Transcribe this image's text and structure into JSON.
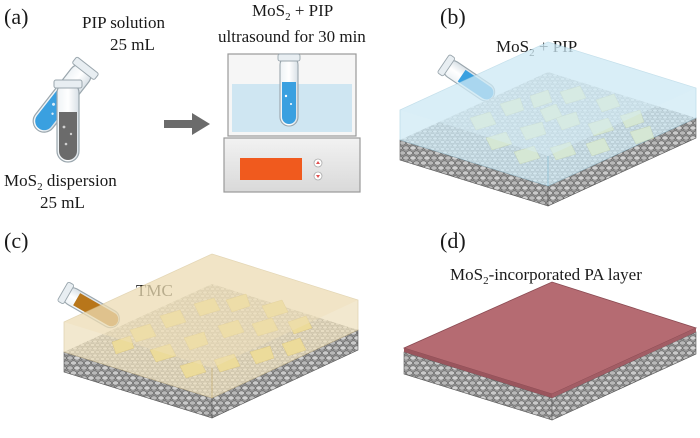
{
  "panels": {
    "a": {
      "letter": "(a)",
      "pip_label": "PIP solution",
      "pip_volume": "25 mL",
      "mos2_dispersion_prefix": "MoS",
      "mos2_dispersion_sub": "2",
      "mos2_dispersion_suffix": " dispersion",
      "mos2_volume": "25 mL",
      "bath_title_prefix": "MoS",
      "bath_title_sub": "2",
      "bath_title_suffix": " + PIP",
      "bath_subtitle": "ultrasound for 30 min"
    },
    "b": {
      "letter": "(b)",
      "tube_label_prefix": "MoS",
      "tube_label_sub": "2",
      "tube_label_suffix": " + PIP"
    },
    "c": {
      "letter": "(c)",
      "tube_label": "TMC"
    },
    "d": {
      "letter": "(d)",
      "layer_prefix": "MoS",
      "layer_sub": "2",
      "layer_suffix": "-incorporated PA layer"
    }
  },
  "colors": {
    "pip_liquid": "#3aa0e0",
    "mos2_liquid": "#6b6b6b",
    "tmc_liquid": "#b8761a",
    "water_bath": "#cfe6f2",
    "display": "#f05a1e",
    "solution_layer_b": "#bfe3f2",
    "solution_layer_c": "#e8d6a8",
    "pa_layer": "#b56b72",
    "nanosheet": "#f2ecb0",
    "substrate": "#8c8c8c",
    "arrow": "#6b6b6b"
  },
  "icons": {
    "tube_pip": "test-tube-icon",
    "tube_mos2": "test-tube-icon",
    "ultrasonic_bath": "ultrasonic-bath-icon",
    "process_arrow": "arrow-right-icon"
  }
}
